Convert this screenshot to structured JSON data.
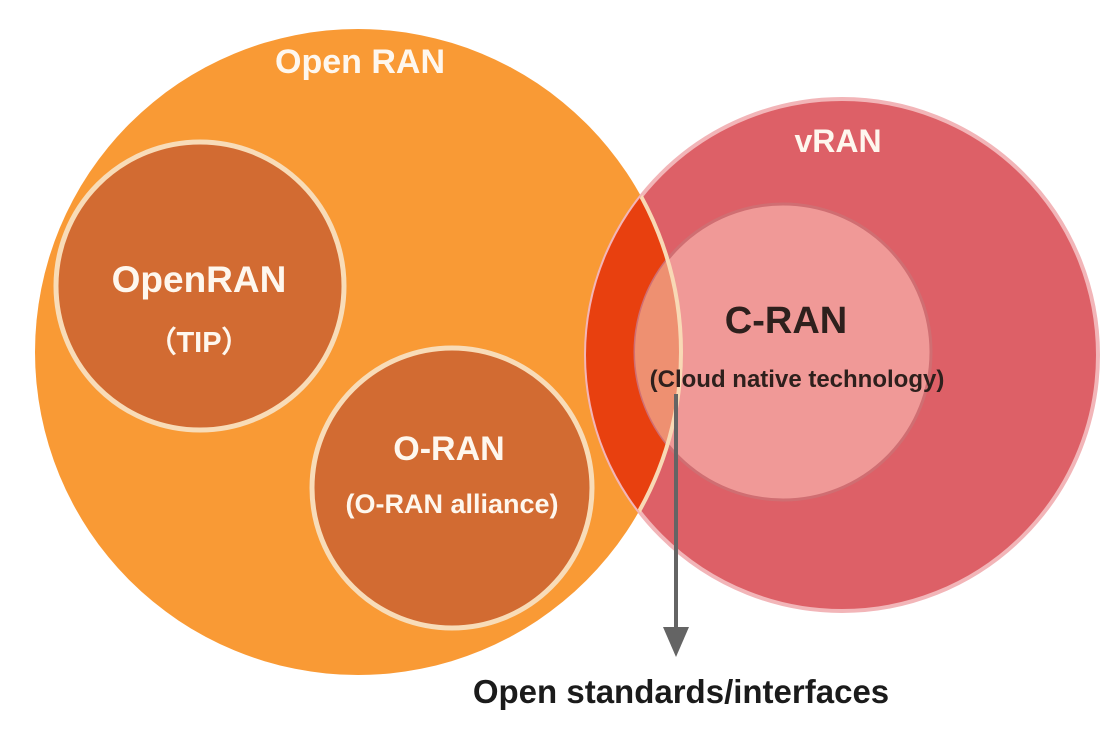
{
  "diagram": {
    "title_hint": "RAN terminology Venn diagram",
    "background": "#ffffff",
    "regions": {
      "open_ran": {
        "label": "Open RAN",
        "fill": "#F99A35",
        "rim": "#F8D9B5",
        "label_color": "#FEF7EE"
      },
      "openran_tip": {
        "label": "OpenRAN",
        "sublabel": "（TIP）",
        "fill": "#D26B32",
        "rim": "#F8DCB8",
        "label_color": "#FEF7EE"
      },
      "o_ran": {
        "label": "O-RAN",
        "sublabel": "(O-RAN alliance)",
        "fill": "#D26B32",
        "rim": "#F8DCB8",
        "label_color": "#FEF7EE"
      },
      "vran": {
        "label": "vRAN",
        "fill": "#DD6067",
        "rim": "#F2B5B8",
        "label_color": "#FEF7EE"
      },
      "c_ran": {
        "label": "C-RAN",
        "sublabel": "(Cloud native technology)",
        "fill": "#F09997",
        "rim": "#D06E72",
        "label_color": "#2E201D"
      },
      "overlap_openran_vran": {
        "fill": "#E8400F"
      },
      "overlap_openran_cran": {
        "fill": "#EE9071"
      }
    },
    "annotation": {
      "label": "Open standards/interfaces",
      "label_color": "#1B1B1B",
      "arrow_color": "#646464"
    }
  }
}
